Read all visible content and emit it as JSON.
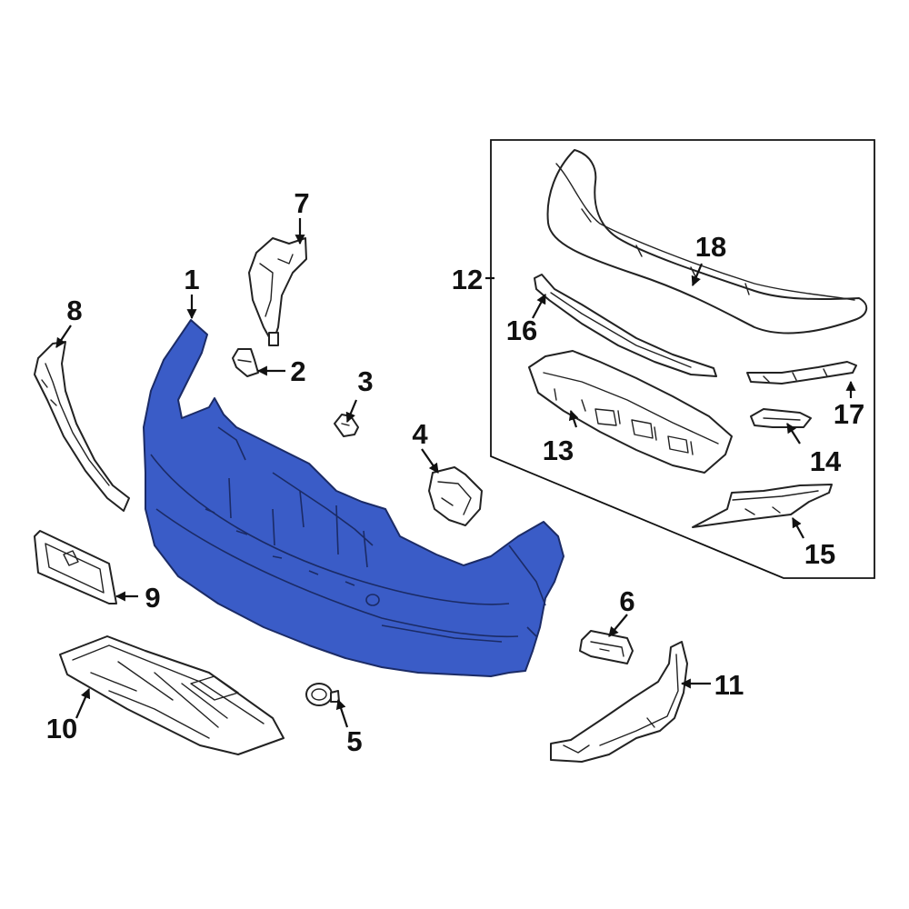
{
  "diagram": {
    "highlight_color": "#3a5cc7",
    "line_color": "#222222",
    "background": "#ffffff",
    "callouts": {
      "c1": "1",
      "c2": "2",
      "c3": "3",
      "c4": "4",
      "c5": "5",
      "c6": "6",
      "c7": "7",
      "c8": "8",
      "c9": "9",
      "c10": "10",
      "c11": "11",
      "c12": "12",
      "c13": "13",
      "c14": "14",
      "c15": "15",
      "c16": "16",
      "c17": "17",
      "c18": "18"
    }
  }
}
